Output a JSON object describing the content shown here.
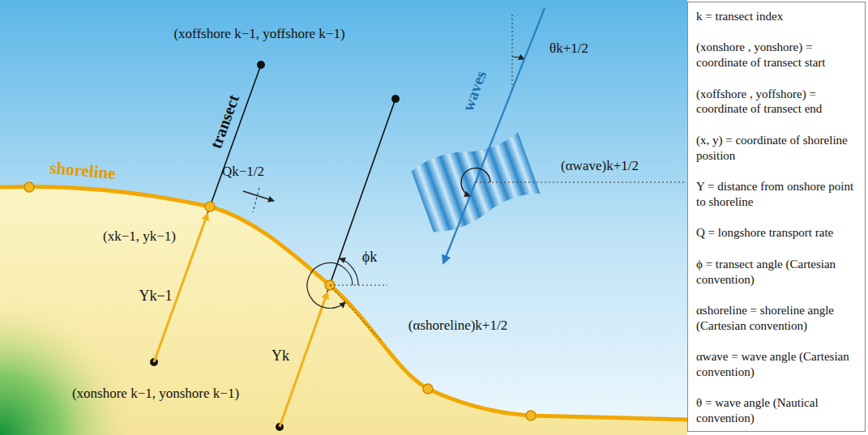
{
  "diagram": {
    "nodes": [
      {
        "text": [
          "k = transect index",
          "(xonshore , yonshore) = coordinate of transect start",
          "(xoffshore , yoffshore) = coordinate of transect end",
          "(x, y) = coordinate of shoreline position",
          "Y = distance from onshore point to shoreline",
          "Q = longshore transport rate",
          "ϕ = transect angle (Cartesian convention)",
          "αshoreline = shoreline angle (Cartesian convention)",
          "αwave = wave angle (Cartesian convention)",
          "θ = wave angle (Nautical convention)"
        ]
      }
    ],
    "labels": [
      "(xoffshore k−1, yoffshore k−1)",
      "shoreline",
      "transect",
      "waves",
      "θk+1/2",
      "(αwave)k+1/2",
      "(xk−1, yk−1)",
      "Qk−1/2",
      "ϕk",
      "Yk−1",
      "(αshoreline)k+1/2",
      "Yk",
      "(xonshore k−1, yonshore k−1)"
    ]
  }
}
